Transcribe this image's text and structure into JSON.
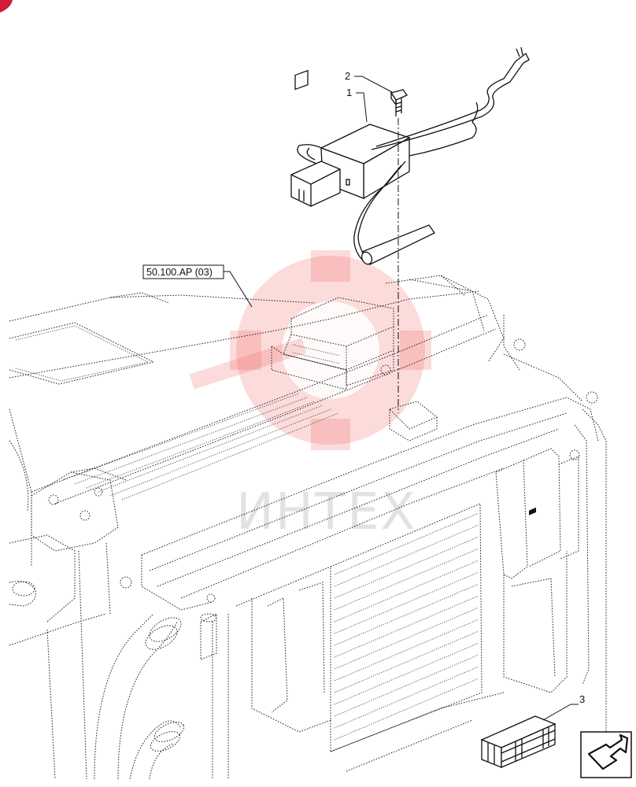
{
  "callouts": {
    "item_1": "1",
    "item_2": "2",
    "item_3": "3"
  },
  "reference_box": "50.100.AP (03)",
  "watermark_text": "ИНТЕХ",
  "colors": {
    "line": "#111111",
    "watermark": "#f05a5a",
    "corner_mark": "#d21a3a"
  },
  "icons": {
    "kit_box": "crate-icon",
    "navigation": "return-arrow-icon"
  }
}
